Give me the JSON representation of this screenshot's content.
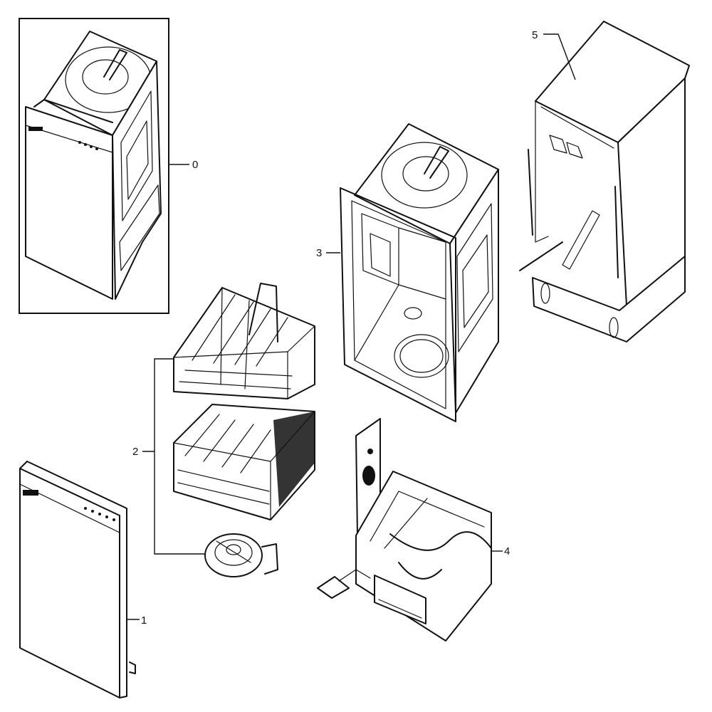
{
  "parts": [
    {
      "id": "assembly",
      "callout": "0"
    },
    {
      "id": "door",
      "callout": "1"
    },
    {
      "id": "racks",
      "callout": "2"
    },
    {
      "id": "tub",
      "callout": "3"
    },
    {
      "id": "base",
      "callout": "4"
    },
    {
      "id": "cabinet",
      "callout": "5"
    }
  ]
}
